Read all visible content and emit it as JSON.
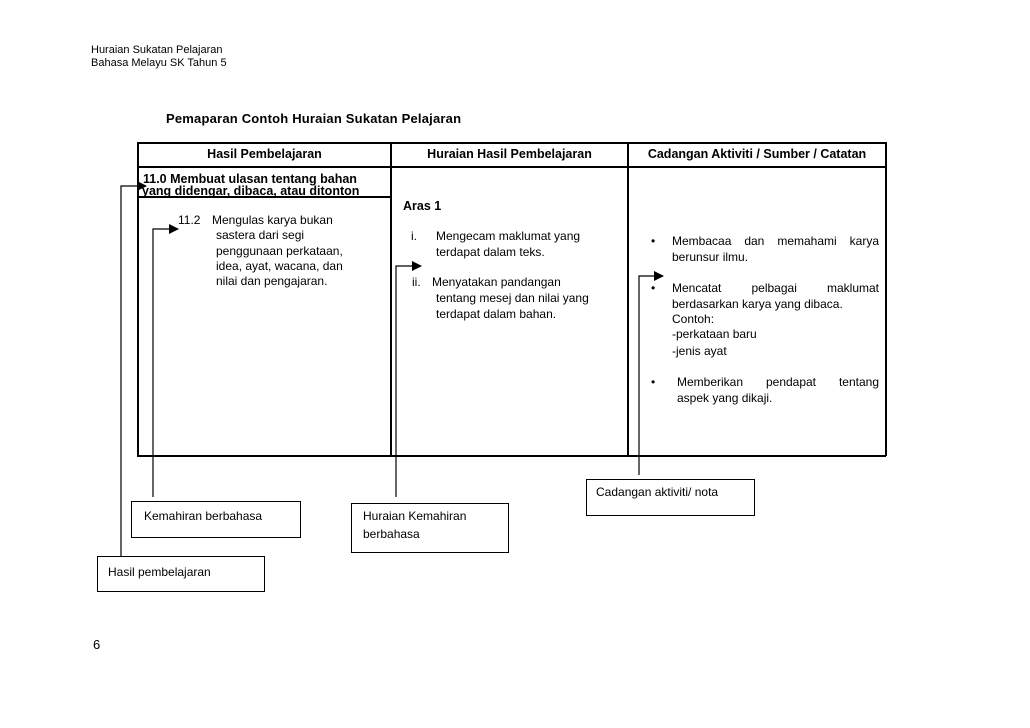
{
  "header": {
    "line1": "Huraian Sukatan Pelajaran",
    "line2": "Bahasa Melayu SK Tahun 5"
  },
  "title": "Pemaparan Contoh Huraian Sukatan Pelajaran",
  "table": {
    "headers": [
      "Hasil Pembelajaran",
      "Huraian  Hasil Pembelajaran",
      "Cadangan Aktiviti / Sumber / Catatan"
    ],
    "col1": {
      "main_line1": "11.0  Membuat ulasan tentang bahan",
      "main_line2": "yang didengar, dibaca, atau ditonton",
      "sub_num": "11.2",
      "sub_lines": [
        "Mengulas karya bukan",
        "sastera dari segi",
        "penggunaan perkataan,",
        "idea, ayat, wacana, dan",
        "nilai dan pengajaran."
      ]
    },
    "col2": {
      "level": "Aras 1",
      "items": [
        {
          "num": "i.",
          "lines": [
            "Mengecam maklumat yang",
            "terdapat dalam teks."
          ]
        },
        {
          "num": "ii.",
          "lines": [
            "Menyatakan pandangan",
            "tentang mesej dan nilai yang",
            "terdapat dalam bahan."
          ]
        }
      ]
    },
    "col3": {
      "bullet": "•",
      "item1": [
        "Membacaa  dan  memahami  karya",
        "berunsur ilmu."
      ],
      "item2": [
        "Mencatat       pelbagai       maklumat",
        "berdasarkan karya yang dibaca.",
        "Contoh:",
        "-perkataan baru",
        "-jenis ayat"
      ],
      "item3": [
        "Memberikan    pendapat    tentang",
        "aspek yang dikaji."
      ]
    }
  },
  "labels": {
    "kemahiran": "Kemahiran berbahasa",
    "huraian_line1": "Huraian Kemahiran",
    "huraian_line2": "berbahasa",
    "cadangan": "Cadangan aktiviti/ nota",
    "hasil": "Hasil pembelajaran"
  },
  "page_number": "6"
}
